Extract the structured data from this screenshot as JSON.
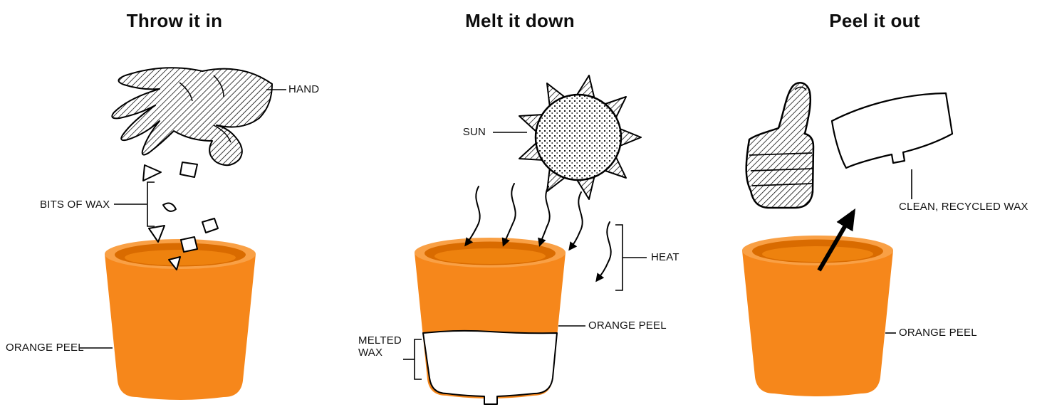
{
  "diagram": {
    "panels": [
      {
        "title": "Throw it in",
        "labels": {
          "hand": "HAND",
          "bits_of_wax": "BITS OF WAX",
          "orange_peel": "ORANGE PEEL"
        }
      },
      {
        "title": "Melt it down",
        "labels": {
          "sun": "SUN",
          "heat": "HEAT",
          "melted_wax": "MELTED WAX",
          "orange_peel": "ORANGE PEEL"
        }
      },
      {
        "title": "Peel it out",
        "labels": {
          "clean_recycled_wax": "CLEAN, RECYCLED WAX",
          "orange_peel": "ORANGE PEEL"
        }
      }
    ],
    "colors": {
      "cup_orange": "#F6871B",
      "cup_rim_light": "#F9A045",
      "cup_inner_dark": "#D96B00",
      "cup_inner_mid": "#EE820E",
      "ink": "#000000",
      "background": "#FFFFFF"
    }
  }
}
